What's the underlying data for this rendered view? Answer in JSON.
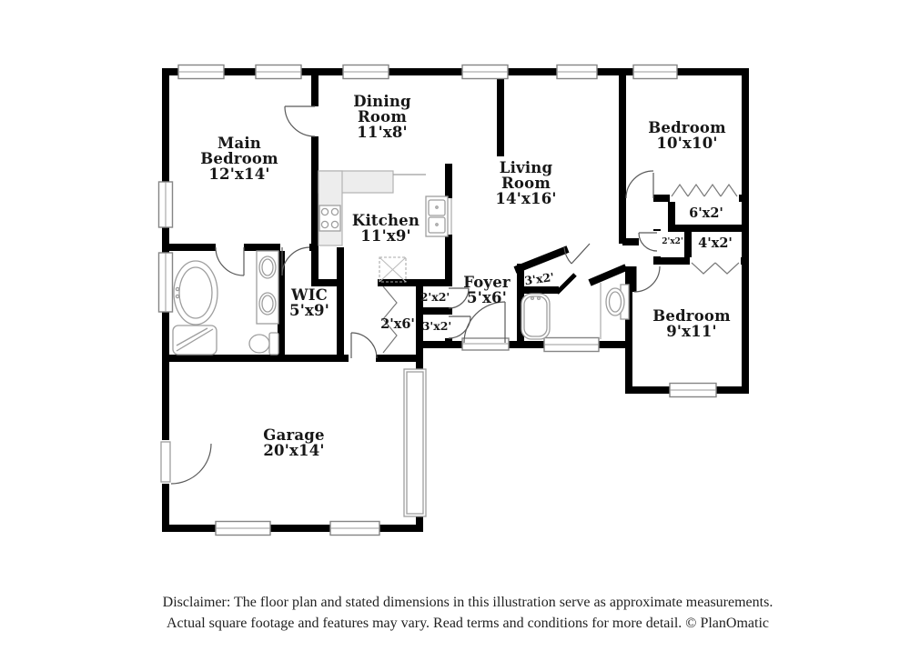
{
  "plan": {
    "rooms": [
      {
        "id": "main-bedroom",
        "lines": [
          "Main",
          "Bedroom",
          "12'x14'"
        ]
      },
      {
        "id": "dining-room",
        "lines": [
          "Dining",
          "Room",
          "11'x8'"
        ]
      },
      {
        "id": "living-room",
        "lines": [
          "Living",
          "Room",
          "14'x16'"
        ]
      },
      {
        "id": "kitchen",
        "lines": [
          "Kitchen",
          "11'x9'"
        ]
      },
      {
        "id": "bedroom-10x10",
        "lines": [
          "Bedroom",
          "10'x10'"
        ]
      },
      {
        "id": "wic",
        "lines": [
          "WIC",
          "5'x9'"
        ]
      },
      {
        "id": "foyer",
        "lines": [
          "Foyer",
          "5'x6'"
        ]
      },
      {
        "id": "bedroom-9x11",
        "lines": [
          "Bedroom",
          "9'x11'"
        ]
      },
      {
        "id": "garage",
        "lines": [
          "Garage",
          "20'x14'"
        ]
      }
    ],
    "closets": [
      {
        "id": "closet-6x2",
        "label": "6'x2'"
      },
      {
        "id": "closet-4x2",
        "label": "4'x2'"
      },
      {
        "id": "closet-2x2-hall",
        "label": "2'x2'"
      },
      {
        "id": "closet-3x2-angled",
        "label": "3'x2'"
      },
      {
        "id": "closet-2x2-foyer",
        "label": "2'x2'"
      },
      {
        "id": "closet-3x2-foyer",
        "label": "3'x2'"
      },
      {
        "id": "closet-2x6",
        "label": "2'x6'"
      }
    ]
  },
  "footer": {
    "line1": "Disclaimer: The floor plan and stated dimensions in this illustration serve as approximate measurements.",
    "line2": "Actual square footage and features may vary. Read terms and conditions for more detail. © PlanOmatic"
  },
  "colors": {
    "wall": "#000000",
    "window_frame": "#858585",
    "fixture": "#9e9e9e",
    "text": "#171717"
  }
}
